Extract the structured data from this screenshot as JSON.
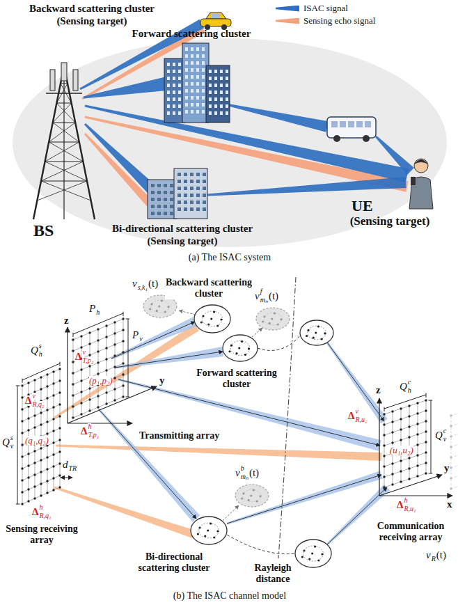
{
  "diagram": {
    "labels": [
      "Backward scattering cluster",
      "(Sensing target)",
      "Forward scattering cluster",
      "BS",
      "UE",
      "(Sensing target)",
      "Bi-directional scattering cluster",
      "(Sensing target)",
      "(a) The ISAC system",
      "Backward scattering cluster",
      "Forward scattering cluster",
      "Bi-directional scattering cluster",
      "Transmitting array",
      "Sensing receiving array",
      "Communication receiving array",
      "Rayleigh distance",
      "(b) The ISAC channel model",
      "z",
      "y",
      "z",
      "y",
      "x",
      "Q",
      "s",
      "h",
      "Q",
      "s",
      "v",
      "P",
      "h",
      "P",
      "v",
      "Δ",
      "v",
      "R,q₂",
      "Δ",
      "v",
      "T,p₂",
      "Δ",
      "h",
      "T,p₁",
      "Δ",
      "h",
      "R,q₁",
      "(p₁,p₂)",
      "(q₁,q₂)",
      "d",
      "TR",
      "v",
      "s,k₁",
      "(t)",
      "v",
      "f",
      "mₙ",
      "(t)",
      "v",
      "b",
      "mₙ",
      "(t)",
      "Q",
      "c",
      "h",
      "Q",
      "c",
      "v",
      "(u₁,u₂)",
      "Δ",
      "v",
      "R,u₂",
      "Δ",
      "h",
      "R,u₁",
      "v",
      "R",
      "(t)"
    ],
    "legend": [
      {
        "text": "ISAC signal",
        "color": "#2f6fc0"
      },
      {
        "text": "Sensing echo signal",
        "color": "#f4a27c"
      }
    ]
  }
}
